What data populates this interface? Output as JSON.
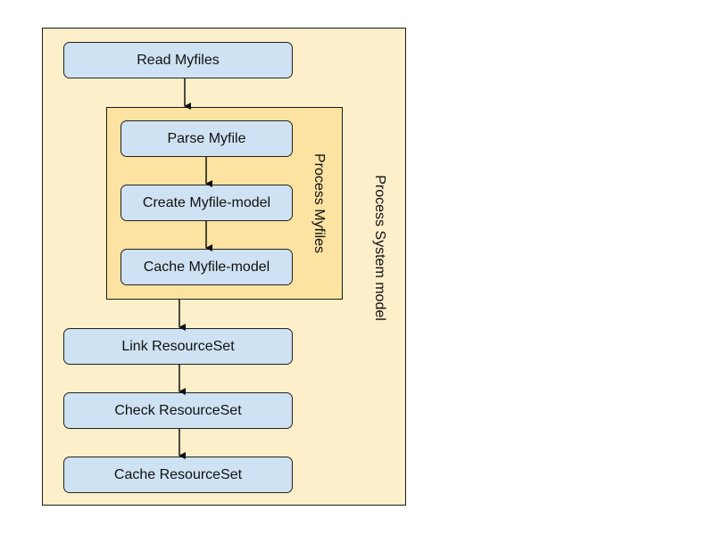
{
  "colors": {
    "outer_background": "#fdefc9",
    "inner_background": "#fde3a1",
    "step_background": "#cfe2f3",
    "border": "#1a1a1a"
  },
  "outer_group": {
    "label": "Process System model"
  },
  "inner_group": {
    "label": "Process Myfiles"
  },
  "steps": [
    {
      "label": "Read Myfiles"
    },
    {
      "label": "Parse Myfile"
    },
    {
      "label": "Create Myfile-model"
    },
    {
      "label": "Cache Myfile-model"
    },
    {
      "label": "Link ResourceSet"
    },
    {
      "label": "Check ResourceSet"
    },
    {
      "label": "Cache ResourceSet"
    }
  ]
}
